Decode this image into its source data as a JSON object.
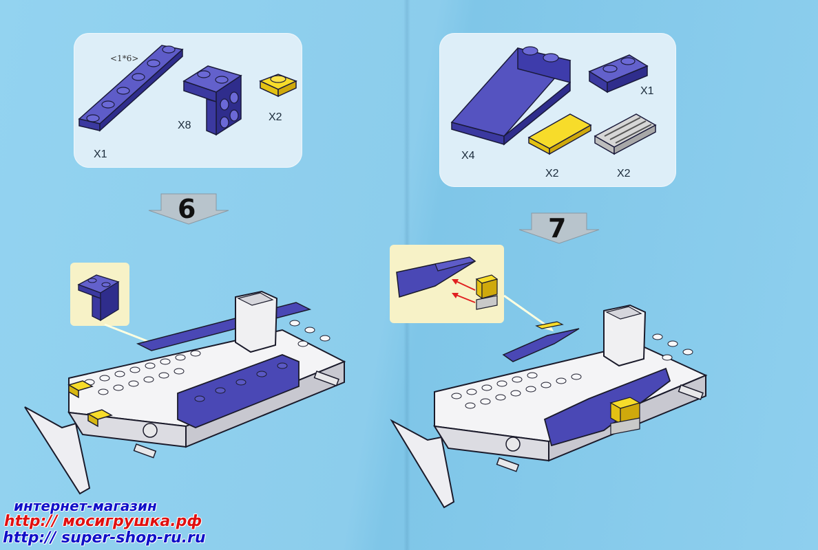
{
  "step6": {
    "number": "6",
    "parts": {
      "plate_size_label": "<1*6>",
      "plate_qty": "X1",
      "bracket_qty": "X8",
      "yellow_plate_qty": "X2"
    }
  },
  "step7": {
    "number": "7",
    "parts": {
      "slope_qty": "X4",
      "blue_plate_qty": "X1",
      "yellow_tile_qty": "X2",
      "grille_qty": "X2"
    }
  },
  "watermark": {
    "line1": "интернет-магазин",
    "line2": "http:// мосигрушка.рф",
    "line3": "http:// super-shop-ru.ru"
  },
  "colors": {
    "background": "#8fd0ef",
    "brick_blue": "#4a48b5",
    "brick_yellow": "#f2d21c",
    "brick_white": "#f4f4f6",
    "brick_gray": "#c9c9c9",
    "watermark_line1": "#1010c8",
    "watermark_line2": "#e01010",
    "watermark_line3": "#1010c8"
  }
}
